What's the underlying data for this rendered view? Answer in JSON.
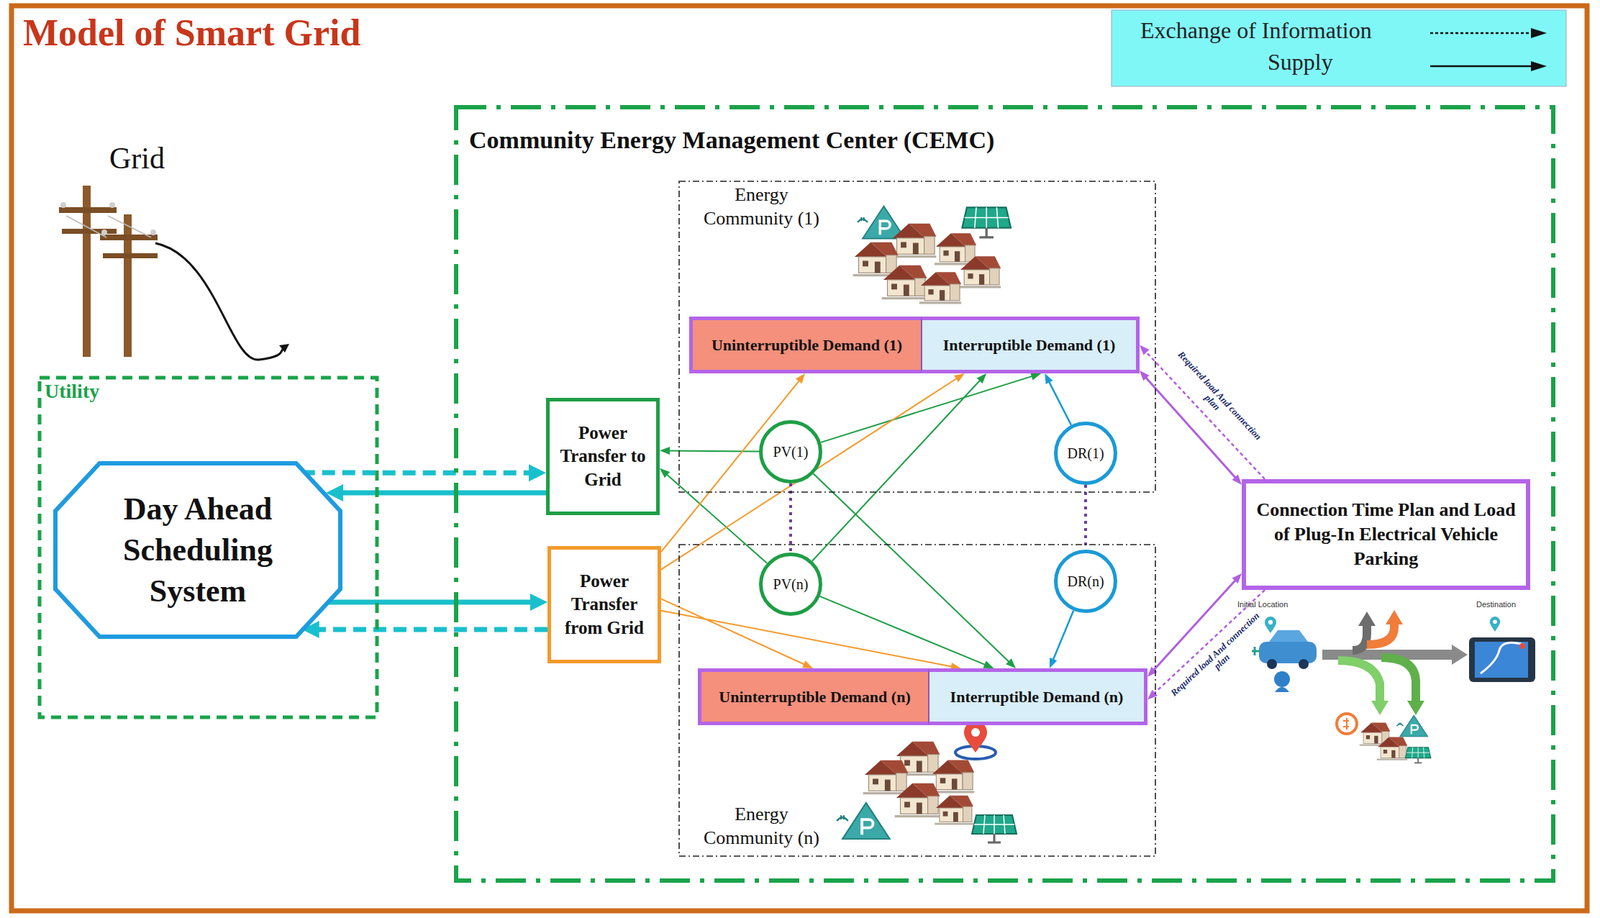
{
  "diagram": {
    "title": "Model of Smart Grid",
    "nodes": [
      {
        "text": [
          "Utility"
        ]
      },
      {
        "text": [
          "Day Ahead Scheduling System"
        ],
        "in": 0
      },
      {
        "text": [
          "Community Energy Management Center (CEMC)"
        ]
      },
      {
        "text": [
          "Energy Community (1)"
        ],
        "in": 2
      },
      {
        "text": [
          "Uninterruptible Demand (1)"
        ],
        "in": 3
      },
      {
        "text": [
          "Interruptible Demand (1)"
        ],
        "in": 3
      },
      {
        "text": [
          "PV(1)"
        ],
        "in": 3
      },
      {
        "text": [
          "DR(1)"
        ],
        "in": 3
      },
      {
        "text": [
          "Energy Community (n)"
        ],
        "in": 2
      },
      {
        "text": [
          "Uninterruptible Demand (n)"
        ],
        "in": 8
      },
      {
        "text": [
          "Interruptible Demand (n)"
        ],
        "in": 8
      },
      {
        "text": [
          "PV(n)"
        ],
        "in": 8
      },
      {
        "text": [
          "DR(n)"
        ],
        "in": 8
      },
      {
        "text": [
          "Power Transfer to Grid"
        ],
        "in": 2
      },
      {
        "text": [
          "Power Transfer from Grid"
        ],
        "in": 2
      },
      {
        "text": [
          "Connection Time Plan and Load of Plug-In Electrical Vehicle Parking"
        ],
        "in": 2
      }
    ],
    "edges": [
      {
        "from": 1,
        "to": 13,
        "arrow": "to"
      },
      {
        "from": 13,
        "to": 1,
        "arrow": "to"
      },
      {
        "from": 1,
        "to": 14,
        "arrow": "to"
      },
      {
        "from": 14,
        "to": 1,
        "arrow": "to"
      },
      {
        "from": 6,
        "to": 13,
        "arrow": "to"
      },
      {
        "from": 6,
        "to": 5,
        "arrow": "to"
      },
      {
        "from": 6,
        "to": 10,
        "arrow": "to"
      },
      {
        "from": 11,
        "to": 13,
        "arrow": "to"
      },
      {
        "from": 11,
        "to": 5,
        "arrow": "to"
      },
      {
        "from": 11,
        "to": 10,
        "arrow": "to"
      },
      {
        "from": 14,
        "to": 4,
        "arrow": "to"
      },
      {
        "from": 14,
        "to": 5,
        "arrow": "to"
      },
      {
        "from": 14,
        "to": 9,
        "arrow": "to"
      },
      {
        "from": 14,
        "to": 10,
        "arrow": "to"
      },
      {
        "from": 7,
        "to": 5,
        "arrow": "to"
      },
      {
        "from": 12,
        "to": 10,
        "arrow": "to"
      },
      {
        "from": 6,
        "to": 11,
        "arrow": "none"
      },
      {
        "from": 7,
        "to": 12,
        "arrow": "none"
      },
      {
        "from": 15,
        "to": 5,
        "arrow": "both"
      },
      {
        "from": 15,
        "to": 5,
        "arrow": "to",
        "label": "Required load And connection plan"
      },
      {
        "from": 15,
        "to": 10,
        "arrow": "both"
      },
      {
        "from": 15,
        "to": 10,
        "arrow": "to",
        "label": "Required load And connection plan"
      }
    ],
    "labels": [
      "Grid",
      "Initial Location",
      "Destination"
    ],
    "legend": [
      {
        "text": "Exchange of Information"
      },
      {
        "text": "Supply"
      }
    ]
  }
}
